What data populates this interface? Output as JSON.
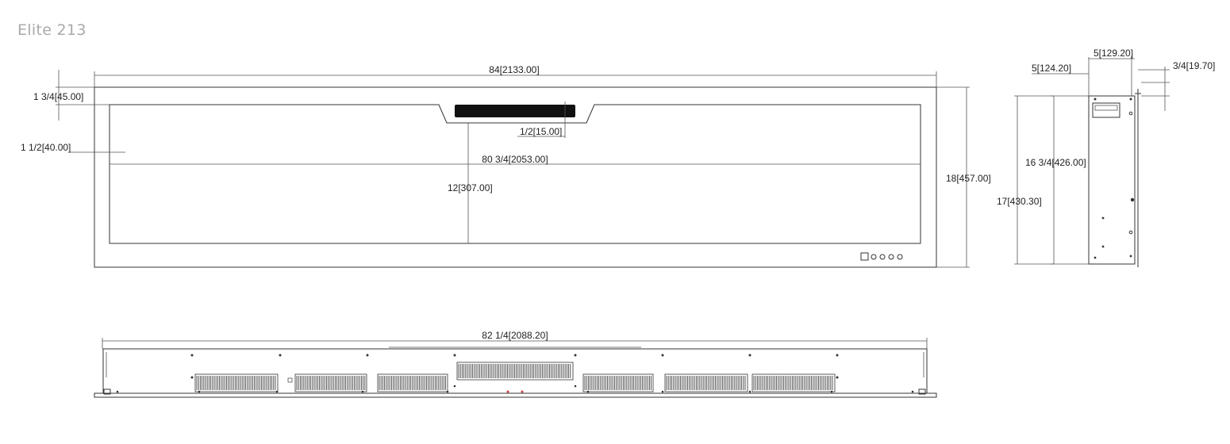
{
  "title": "Elite 213",
  "dimensions": {
    "overall_width": "84[2133.00]",
    "top_border": "1 3/4[45.00]",
    "side_border": "1 1/2[40.00]",
    "screen_gap": "1/2[15.00]",
    "viewing_width": "80 3/4[2053.00]",
    "viewing_height": "12[307.00]",
    "overall_height": "18[457.00]",
    "side_top_left": "5[124.20]",
    "side_top_right": "5[129.20]",
    "side_flange": "3/4[19.70]",
    "side_inner_height": "16 3/4[426.00]",
    "side_total_height": "17[430.30]",
    "bottom_width": "82 1/4[2088.20]"
  }
}
